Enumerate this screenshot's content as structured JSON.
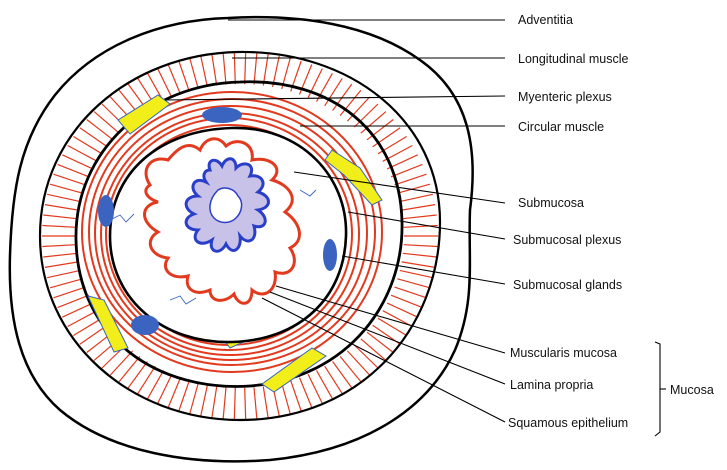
{
  "labels": {
    "adventitia": "Adventitia",
    "longitudinal_muscle": "Longitudinal muscle",
    "myenteric_plexus": "Myenteric plexus",
    "circular_muscle": "Circular muscle",
    "submucosa": "Submucosa",
    "submucosal_plexus": "Submucosal plexus",
    "submucosal_glands": "Submucosal glands",
    "muscularis_mucosa": "Muscularis mucosa",
    "lamina_propria": "Lamina propria",
    "squamous_epithelium": "Squamous epithelium",
    "mucosa": "Mucosa"
  },
  "colors": {
    "outline": "#000000",
    "muscle_red": "#e23a1e",
    "gland_blue": "#3a64c0",
    "lumen_blue": "#2a3fc8",
    "lumen_fill": "#c9c2e8",
    "plexus_yellow": "#f2ee1a"
  }
}
